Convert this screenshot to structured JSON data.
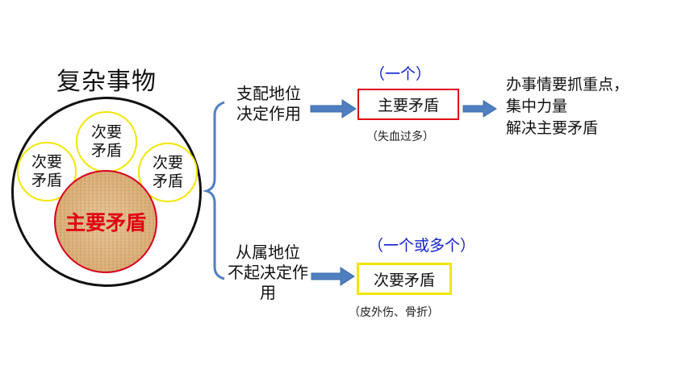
{
  "title": "复杂事物",
  "circles": {
    "secondary_top": [
      "次要",
      "矛盾"
    ],
    "secondary_left": [
      "次要",
      "矛盾"
    ],
    "secondary_right": [
      "次要",
      "矛盾"
    ],
    "main": "主要矛盾"
  },
  "branch_upper": {
    "label_lines": [
      "支配地位",
      "决定作用"
    ],
    "count": "（一个）",
    "box": "主要矛盾",
    "note": "（失血过多）",
    "result_lines": [
      "办事情要抓重点，",
      "集中力量",
      "解决主要矛盾"
    ]
  },
  "branch_lower": {
    "label_lines": [
      "从属地位",
      "不起决定作",
      "用"
    ],
    "count": "（一个或多个）",
    "box": "次要矛盾",
    "note": "（皮外伤、骨折）"
  },
  "colors": {
    "main_border": "#e00012",
    "secondary_border": "#f2e600",
    "count_text": "#1020d0",
    "arrow": "#4f7fbf",
    "brace": "#4f7fbf"
  },
  "icons": {
    "brace": "left-curly-brace",
    "arrows": [
      "right-arrow-icon",
      "right-arrow-icon",
      "right-arrow-icon"
    ]
  }
}
